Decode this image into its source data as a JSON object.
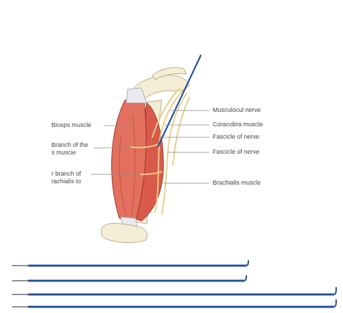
{
  "diagram": {
    "labels": [
      "Biceps muscle",
      "Branch of the s muscie",
      "r branch of rachialis to",
      "Musculocul nerve",
      "Coracobra muscle",
      "Fascicle of nerve",
      "Fascicle of nerve",
      "Brachialis muscle"
    ]
  }
}
